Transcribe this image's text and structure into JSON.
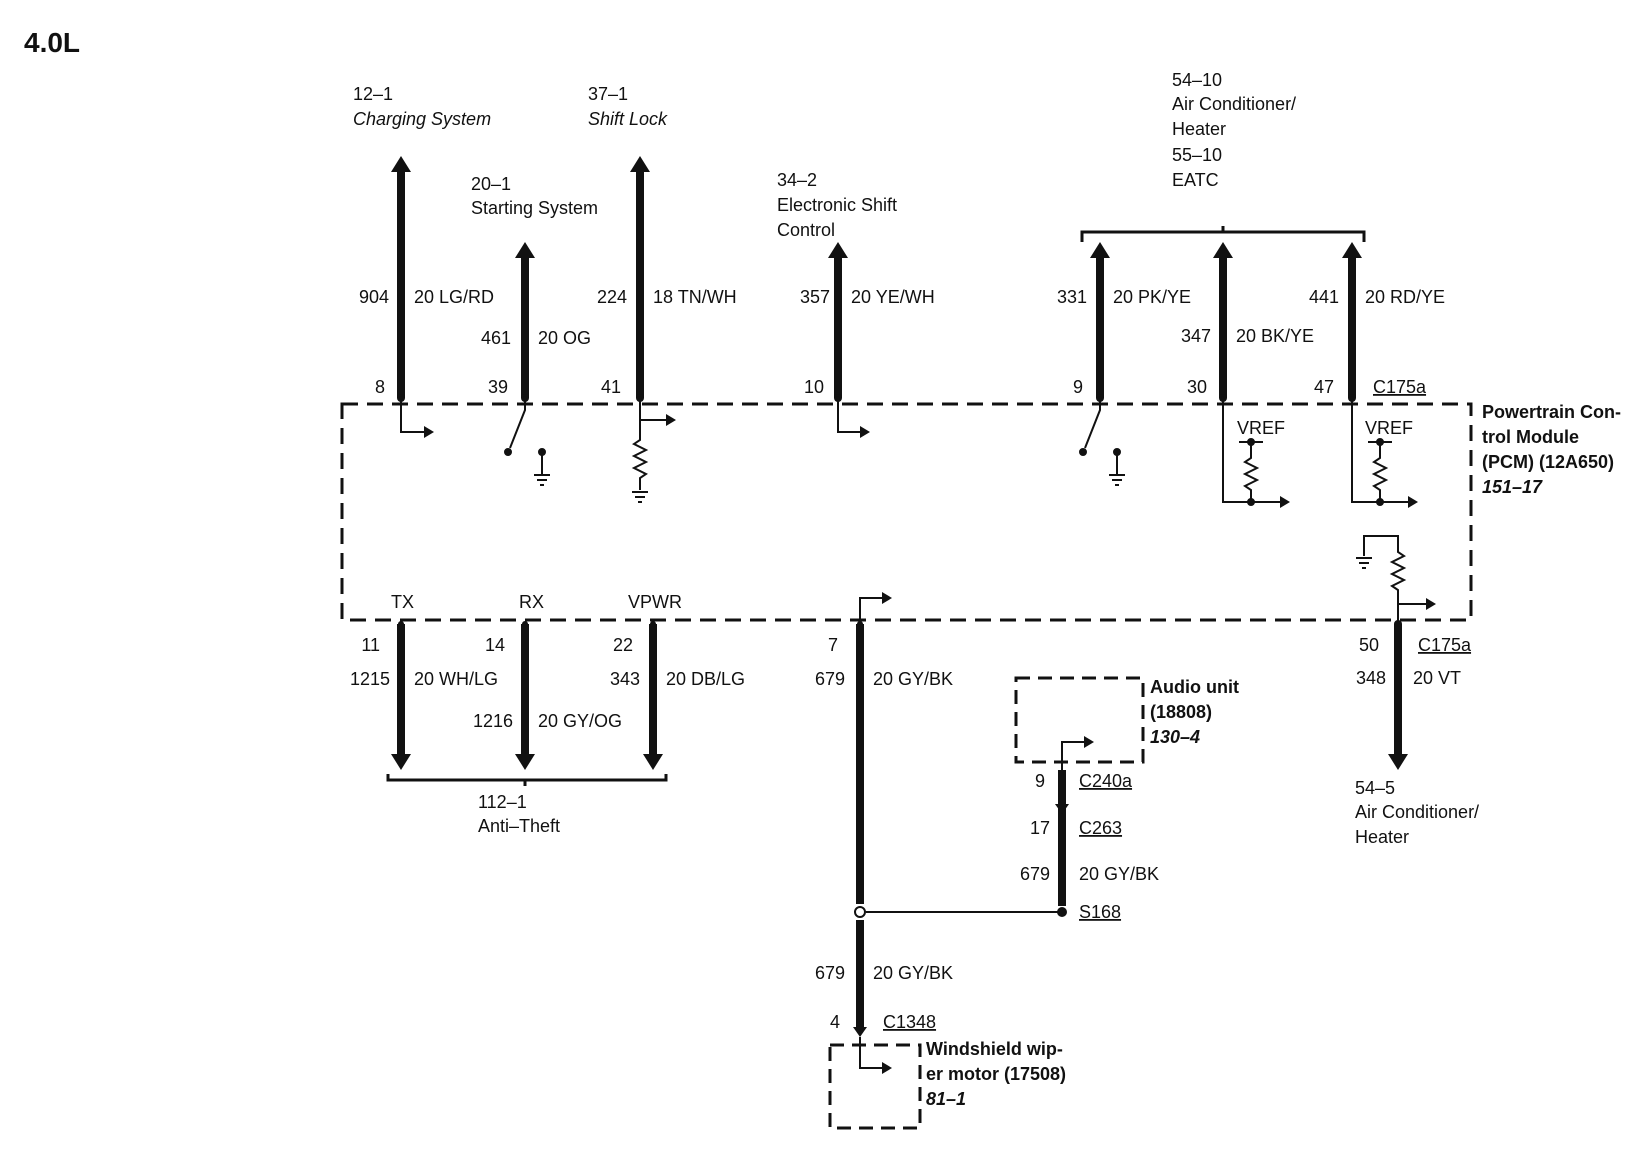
{
  "page_title": "4.0L",
  "pcm": {
    "lines": [
      "Powertrain Con-",
      "trol Module",
      "(PCM) (12A650)"
    ],
    "ref": "151–17",
    "connector_top": "C175a",
    "connector_bottom": "C175a"
  },
  "top_circuits": [
    {
      "ref": "12–1",
      "system": "Charging System",
      "circuit": "904",
      "wire": "20 LG/RD",
      "pin": "8"
    },
    {
      "ref": "20–1",
      "system": "Starting System",
      "circuit": "461",
      "wire": "20 OG",
      "pin": "39"
    },
    {
      "ref": "37–1",
      "system": "Shift Lock",
      "circuit": "224",
      "wire": "18 TN/WH",
      "pin": "41"
    },
    {
      "ref": "34–2",
      "system_lines": [
        "Electronic Shift",
        "Control"
      ],
      "circuit": "357",
      "wire": "20 YE/WH",
      "pin": "10"
    },
    {
      "circuit": "331",
      "wire": "20 PK/YE",
      "pin": "9"
    },
    {
      "circuit": "347",
      "wire": "20 BK/YE",
      "pin": "30"
    },
    {
      "circuit": "441",
      "wire": "20 RD/YE",
      "pin": "47"
    }
  ],
  "ac_group": {
    "lines": [
      "54–10",
      "Air Conditioner/",
      "Heater",
      "55–10",
      "EATC"
    ]
  },
  "vref_labels": [
    "VREF",
    "VREF"
  ],
  "bottom_circuits": [
    {
      "label": "TX",
      "pin": "11",
      "circuit": "1215",
      "wire": "20 WH/LG"
    },
    {
      "label": "RX",
      "pin": "14",
      "circuit": "1216",
      "wire": "20 GY/OG"
    },
    {
      "label": "VPWR",
      "pin": "22",
      "circuit": "343",
      "wire": "20 DB/LG"
    },
    {
      "pin": "7",
      "circuit": "679",
      "wire": "20 GY/BK"
    },
    {
      "pin": "50",
      "circuit": "348",
      "wire": "20 VT"
    }
  ],
  "anti_theft": {
    "ref": "112–1",
    "name": "Anti–Theft"
  },
  "ac_bottom": {
    "lines": [
      "54–5",
      "Air Conditioner/",
      "Heater"
    ]
  },
  "audio": {
    "lines": [
      "Audio unit",
      "(18808)"
    ],
    "ref": "130–4",
    "pin1": "9",
    "conn1": "C240a",
    "pin2": "17",
    "conn2": "C263",
    "circuit": "679",
    "wire": "20 GY/BK",
    "splice": "S168"
  },
  "wiper": {
    "circuit": "679",
    "wire": "20 GY/BK",
    "pin": "4",
    "conn": "C1348",
    "lines": [
      "Windshield wip-",
      "er motor (17508)"
    ],
    "ref": "81–1"
  }
}
